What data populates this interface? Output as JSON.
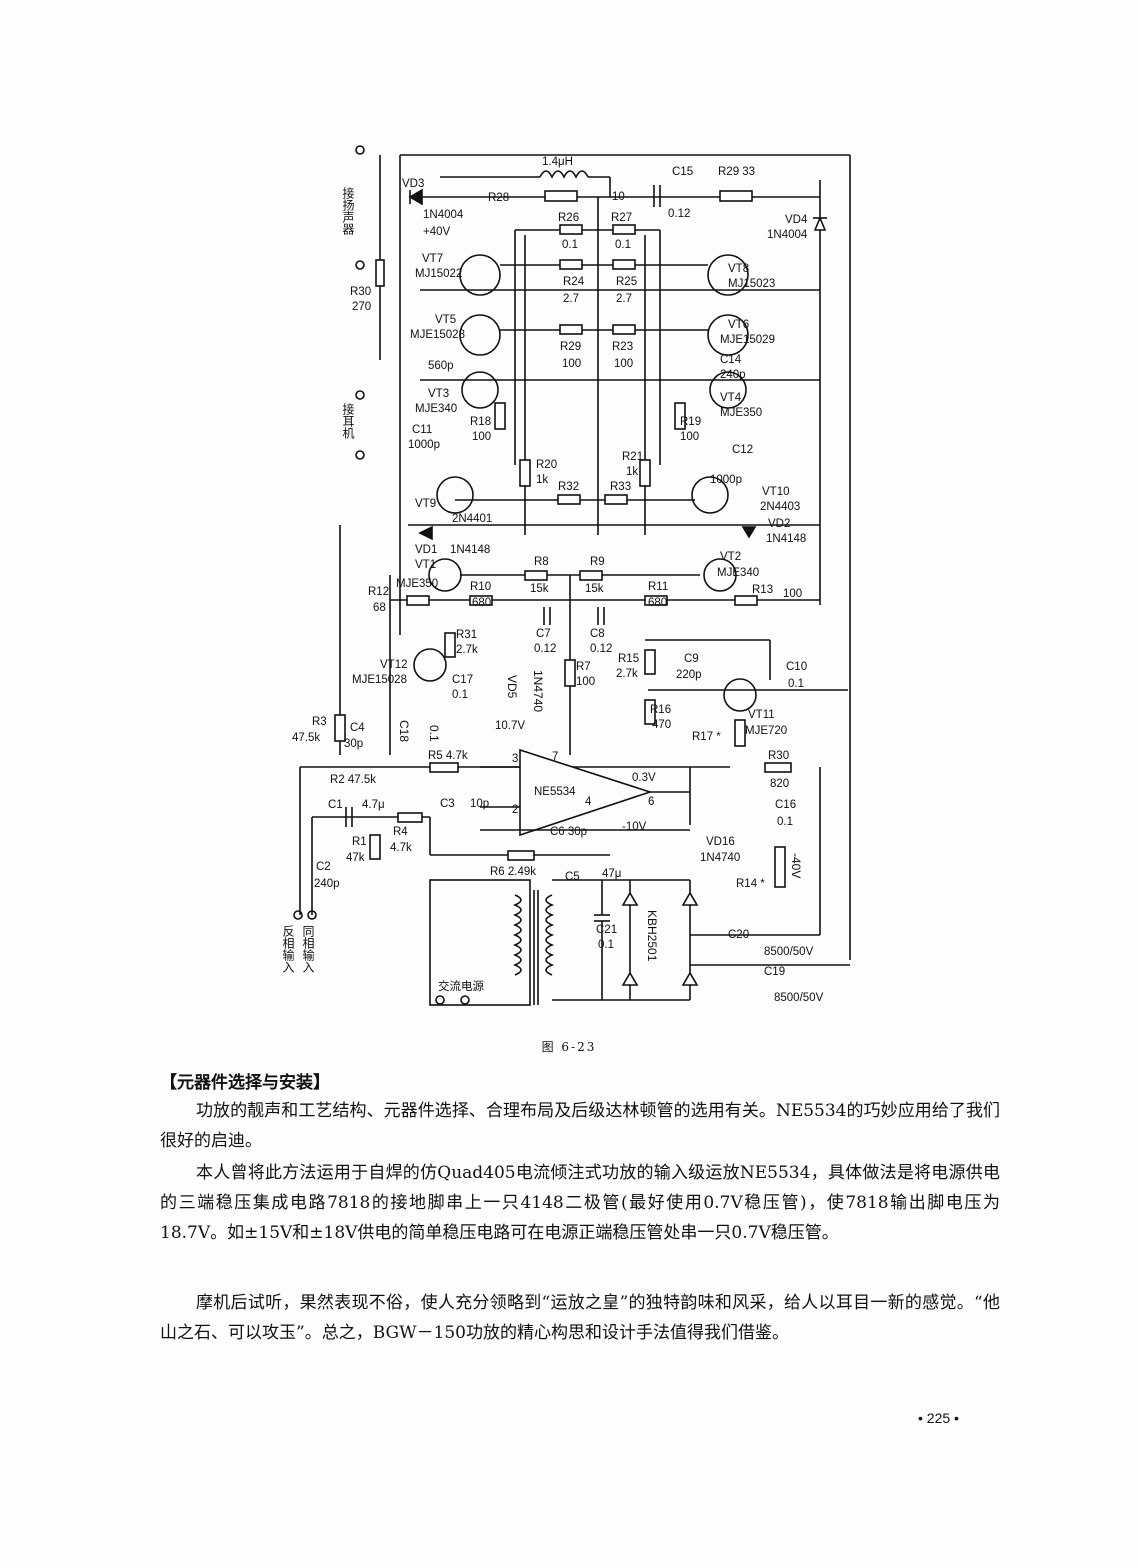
{
  "figure": {
    "caption": "图  6-23",
    "labels": {
      "inductor": "1.4μH",
      "vd3": "VD3",
      "d_1n4004_a": "1N4004",
      "plus40v": "+40V",
      "r28": "R28",
      "r28_val": "10",
      "c15": "C15",
      "c15_val": "0.12",
      "r29_33": "R29 33",
      "vd4": "VD4",
      "d_1n4004_b": "1N4004",
      "r26": "R26",
      "r26_val": "0.1",
      "r27": "R27",
      "r27_val": "0.1",
      "vt7": "VT7",
      "vt7_type": "MJ15022",
      "vt8": "VT8",
      "vt8_type": "MJ15023",
      "r24": "R24",
      "r24_val": "2.7",
      "r25": "R25",
      "r25_val": "2.7",
      "r30a": "R30",
      "r30a_val": "270",
      "vt5": "VT5",
      "vt5_type": "MJE15028",
      "vt6": "VT6",
      "vt6_type": "MJE15029",
      "r29": "R29",
      "r29_val": "100",
      "r23": "R23",
      "r23_val": "100",
      "c14": "C14",
      "c14_val": "240p",
      "c560": "560p",
      "vt3": "VT3",
      "vt3_type": "MJE340",
      "vt4": "VT4",
      "vt4_type": "MJE350",
      "r18": "R18",
      "r18_val": "100",
      "r19": "R19",
      "r19_val": "100",
      "c11": "C11",
      "c11_val": "1000p",
      "c12": "C12",
      "c12_val": "1000p",
      "r20": "R20",
      "r20_val": "1k",
      "r21": "R21",
      "r21_val": "1k",
      "r32": "R32",
      "r33": "R33",
      "vt9": "VT9",
      "vt9_type": "2N4401",
      "vt10": "VT10",
      "vt10_type": "2N4403",
      "vd1": "VD1",
      "vd1_type": "1N4148",
      "vd2": "VD2",
      "vd2_type": "1N4148",
      "vt1": "VT1",
      "vt1_type": "MJE350",
      "vt2": "VT2",
      "vt2_type": "MJE340",
      "r8": "R8",
      "r8_val": "15k",
      "r9": "R9",
      "r9_val": "15k",
      "r12": "R12",
      "r12_val": "68",
      "r10": "R10",
      "r10_val": "680",
      "r11": "R11",
      "r11_val": "680",
      "r13": "R13",
      "r13_val": "100",
      "c7": "C7",
      "c7_val": "0.12",
      "c8": "C8",
      "c8_val": "0.12",
      "r31": "R31",
      "r31_val": "2.7k",
      "r7": "R7",
      "r7_val": "100",
      "r15": "R15",
      "r15_val": "2.7k",
      "c9": "C9",
      "c9_val": "220p",
      "c10": "C10",
      "c10_val": "0.1",
      "vt12": "VT12",
      "vt12_type": "MJE15028",
      "c17": "C17",
      "c17_val": "0.1",
      "vd5": "VD5",
      "vd5_type": "1N4740",
      "r16": "R16",
      "r16_val": "470",
      "vt11": "VT11",
      "vt11_type": "MJE720",
      "r17": "R17 *",
      "r3": "R3",
      "r3_val": "47.5k",
      "c4": "C4",
      "c4_val": "30p",
      "c18": "C18",
      "c18_val": "0.1",
      "v107": "10.7V",
      "r5": "R5 4.7k",
      "r30b": "R30",
      "r30b_val": "820",
      "pin3": "3",
      "pin7": "7",
      "pin2": "2",
      "pin4": "4",
      "pin6": "6",
      "opamp": "NE5534",
      "v03": "0.3V",
      "vneg10": "-10V",
      "r2": "R2  47.5k",
      "c3": "C3",
      "c3_val": "10p",
      "c16": "C16",
      "c16_val": "0.1",
      "vd16": "VD16",
      "vd16_type": "1N4740",
      "c1": "C1",
      "c1_val": "4.7μ",
      "r1": "R1",
      "r1_val": "47k",
      "r4": "R4",
      "r4_val": "4.7k",
      "c6": "C6 30p",
      "c2": "C2",
      "c2_val": "240p",
      "r6": "R6 2.49k",
      "c5": "C5",
      "c5_val": "47μ",
      "r14": "R14 *",
      "vneg40": "-40V",
      "kbh": "KBH2501",
      "c21": "C21",
      "c21_val": "0.1",
      "c20": "C20",
      "c20_val": "8500/50V",
      "c19": "C19",
      "c19_val": "8500/50V",
      "ac_source": "交流电源",
      "speaker": "接扬声器",
      "headphone": "接耳机",
      "inv_input": "反相输入",
      "noninv_input": "同相输入"
    }
  },
  "section_title": "【元器件选择与安装】",
  "paragraphs": [
    "功放的靓声和工艺结构、元器件选择、合理布局及后级达林顿管的选用有关。NE5534的巧妙应用给了我们很好的启迪。",
    "本人曾将此方法运用于自焊的仿Quad405电流倾注式功放的输入级运放NE5534，具体做法是将电源供电的三端稳压集成电路7818的接地脚串上一只4148二极管(最好使用0.7V稳压管)，使7818输出脚电压为18.7V。如±15V和±18V供电的简单稳压电路可在电源正端稳压管处串一只0.7V稳压管。",
    "摩机后试听，果然表现不俗，使人充分领略到“运放之皇”的独特韵味和风采，给人以耳目一新的感觉。“他山之石、可以攻玉”。总之，BGW－150功放的精心构思和设计手法值得我们借鉴。"
  ],
  "page_number": "• 225 •"
}
